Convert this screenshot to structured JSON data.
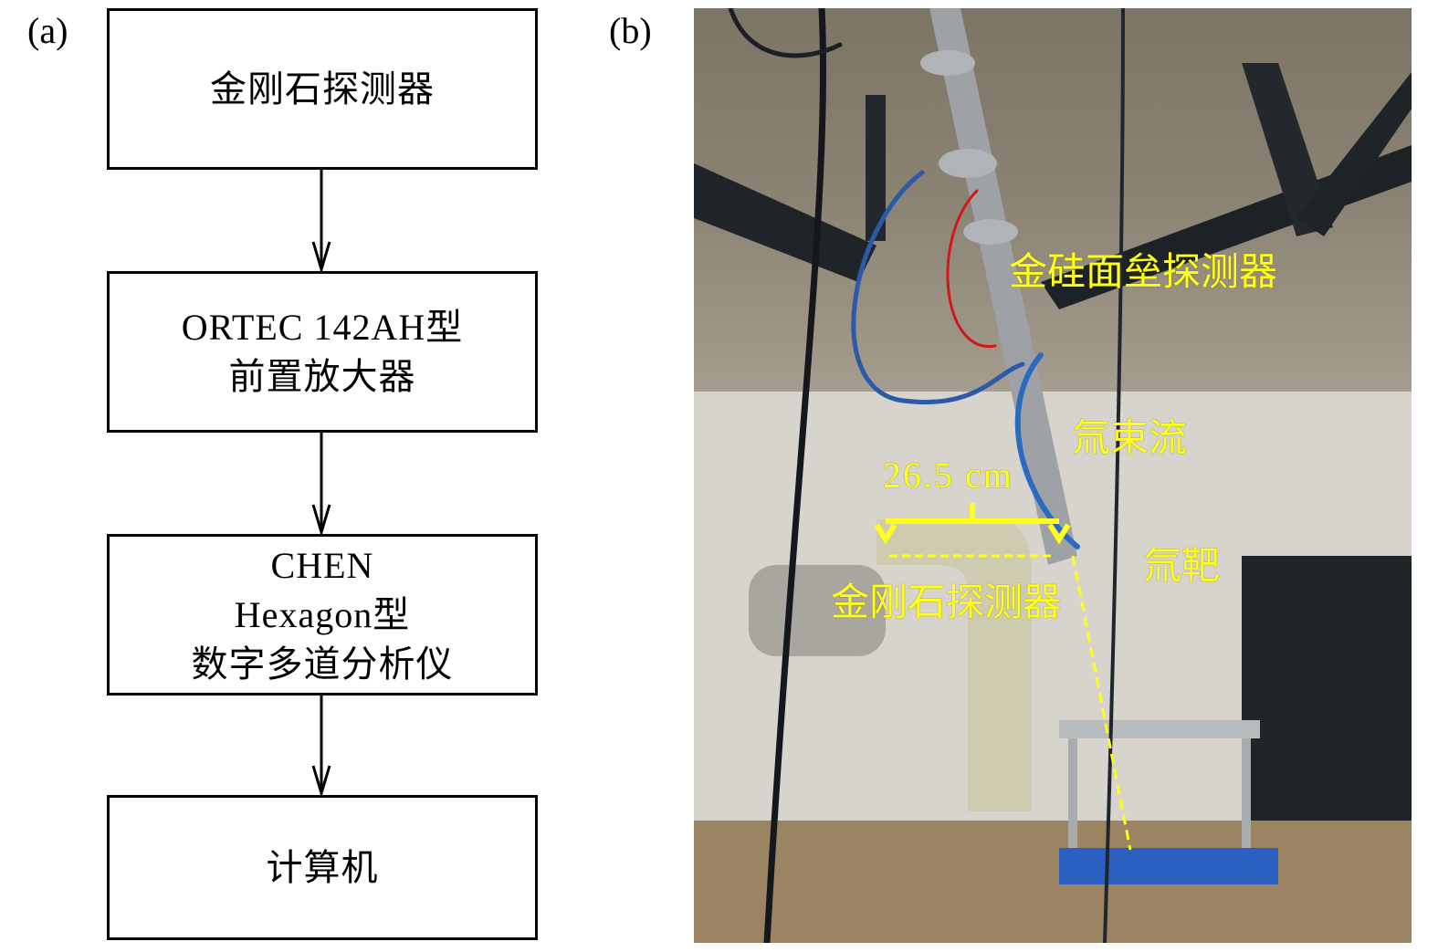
{
  "panels": {
    "a": {
      "label": "(a)",
      "flow": [
        {
          "id": "diamond-detector",
          "lines": [
            "金刚石探测器"
          ]
        },
        {
          "id": "preamplifier",
          "lines": [
            "ORTEC 142AH型",
            "前置放大器"
          ]
        },
        {
          "id": "mca",
          "lines": [
            "CHEN",
            "Hexagon型",
            "数字多道分析仪"
          ]
        },
        {
          "id": "computer",
          "lines": [
            "计算机"
          ]
        }
      ]
    },
    "b": {
      "label": "(b)",
      "annotations": {
        "gold_silicon_detector": "金硅面垒探测器",
        "argon_beam": "氚束流",
        "distance": "26.5 cm",
        "target": "氚靶",
        "diamond_detector": "金刚石探测器"
      },
      "annotation_color": "#ffff1a"
    }
  }
}
